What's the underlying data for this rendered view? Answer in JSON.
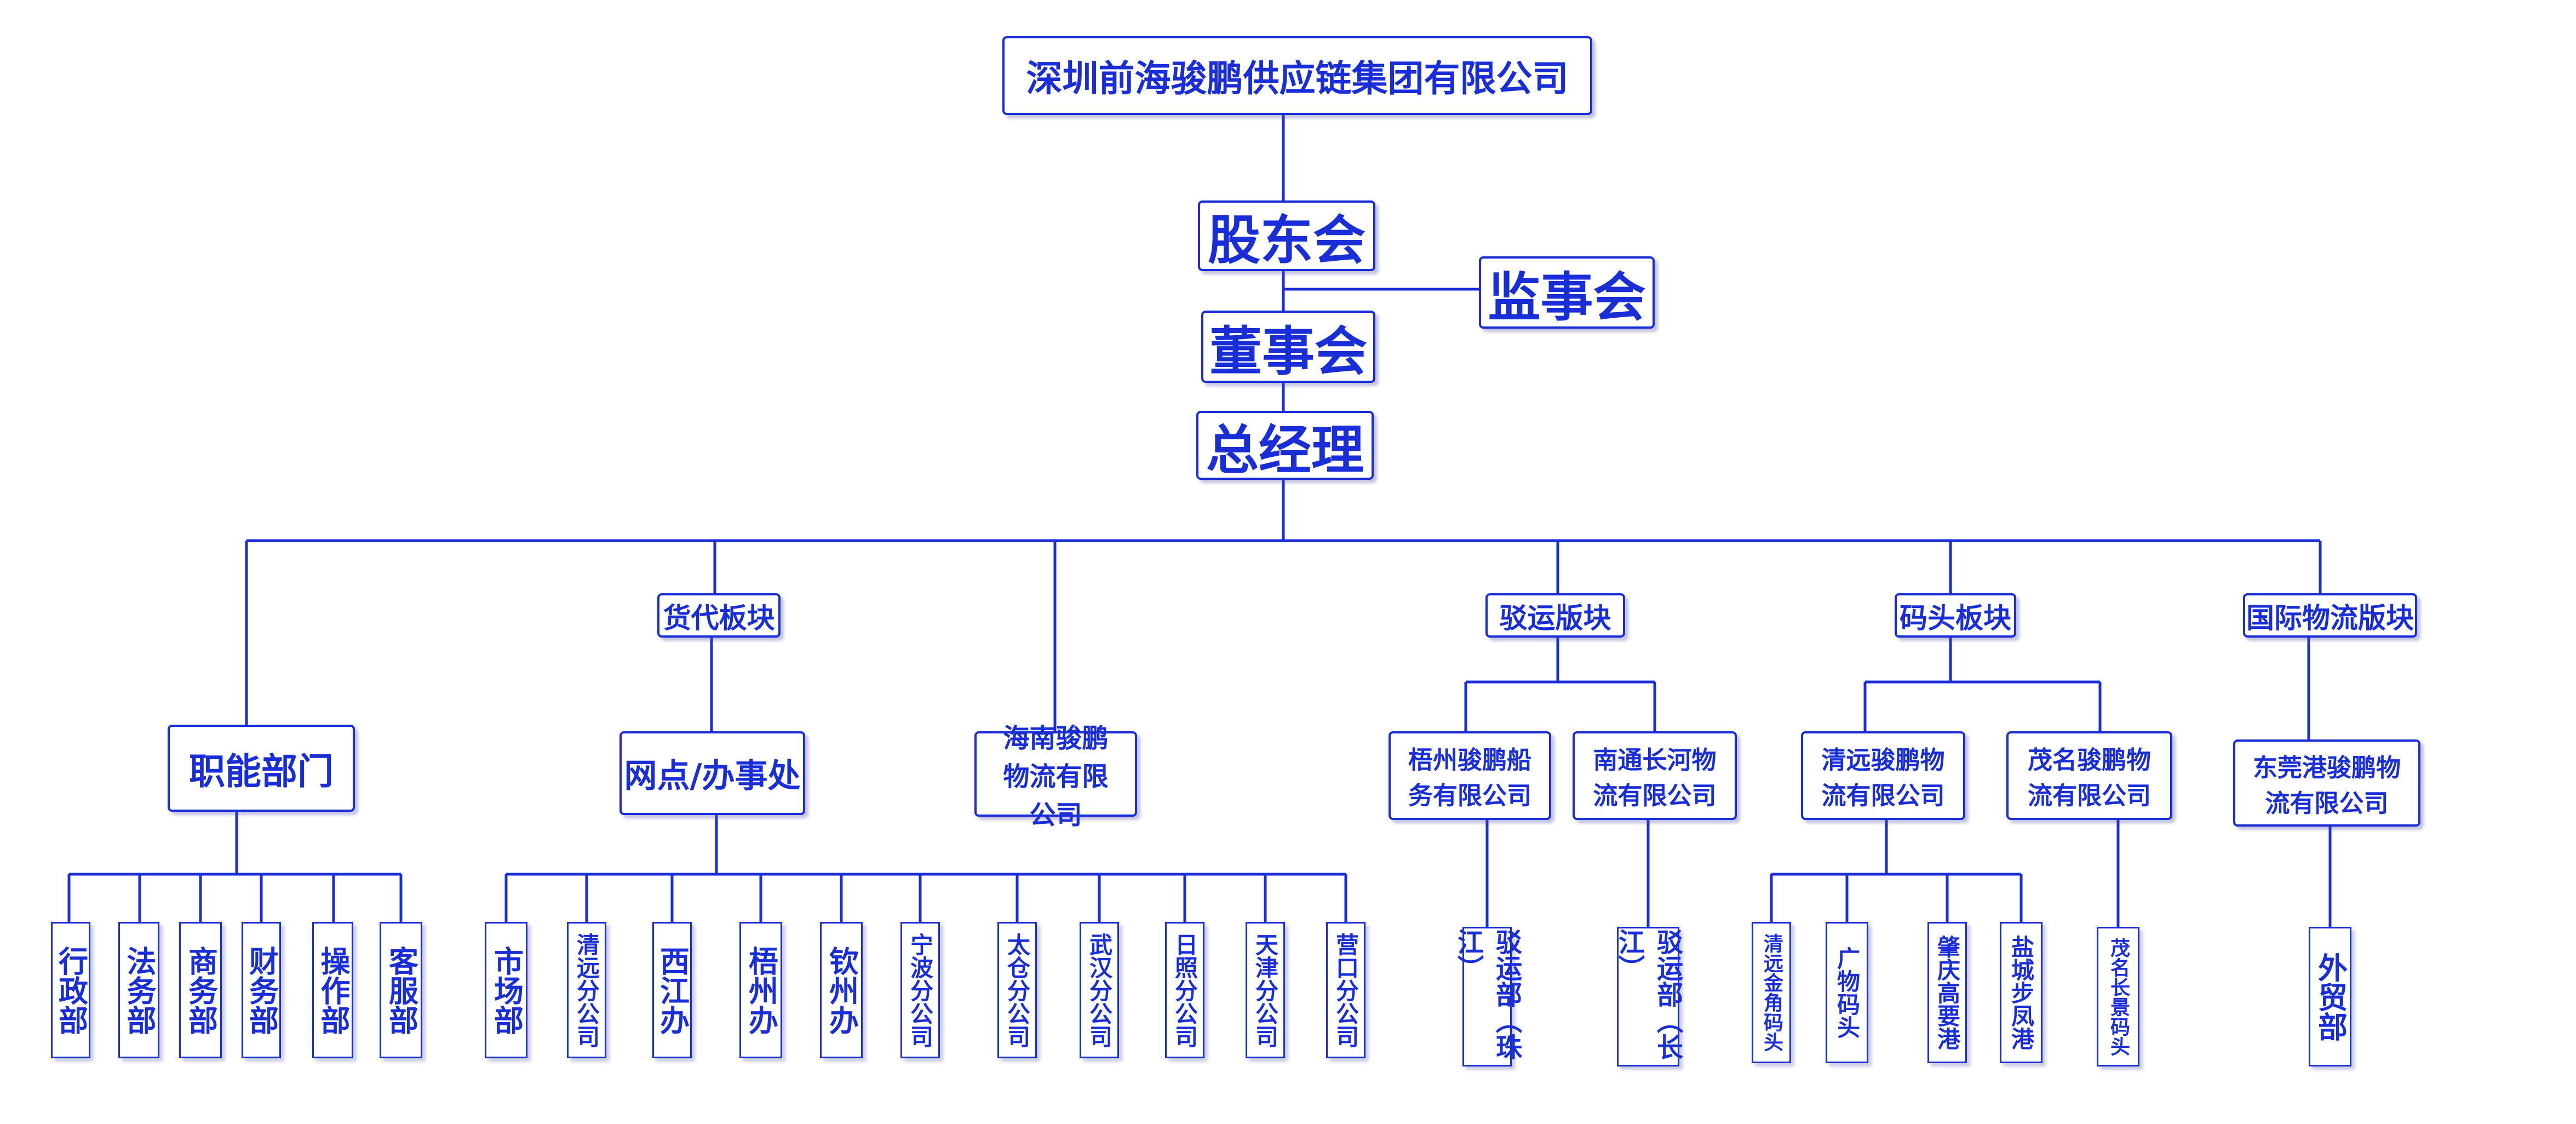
{
  "company": "深圳前海骏鹏供应链集团有限公司",
  "shareholders": "股东会",
  "supervisors": "监事会",
  "board": "董事会",
  "gm": "总经理",
  "segments": {
    "functional": "职能部门",
    "freight": "货代板块",
    "hainan": "海南骏鹏物流有限公司",
    "shipping": "驳运版块",
    "terminal": "码头板块",
    "intl": "国际物流版块"
  },
  "freight_sub": "网点/办事处",
  "shipping_subs": [
    "梧州骏鹏船务有限公司",
    "南通长河物流有限公司"
  ],
  "terminal_subs": [
    "清远骏鹏物流有限公司",
    "茂名骏鹏物流有限公司"
  ],
  "intl_sub": "东莞港骏鹏物流有限公司",
  "functional_depts": [
    "行政部",
    "法务部",
    "商务部",
    "财务部",
    "操作部",
    "客服部"
  ],
  "offices": [
    "市场部",
    "清远分公司",
    "西江办",
    "梧州办",
    "钦州办",
    "宁波分公司",
    "太仓分公司",
    "武汉分公司",
    "日照分公司",
    "天津分公司",
    "营口分公司"
  ],
  "shipping_depts": [
    "驳运部（珠江）",
    "驳运部（长江）"
  ],
  "terminals": [
    "清远金角码头",
    "广物码头",
    "肇庆高要港",
    "盐城步凤港"
  ],
  "maoming_terminal": "茂名长景码头",
  "intl_dept": "外贸部",
  "colors": {
    "line": "#1a2ed8",
    "text": "#1a2ed8"
  }
}
